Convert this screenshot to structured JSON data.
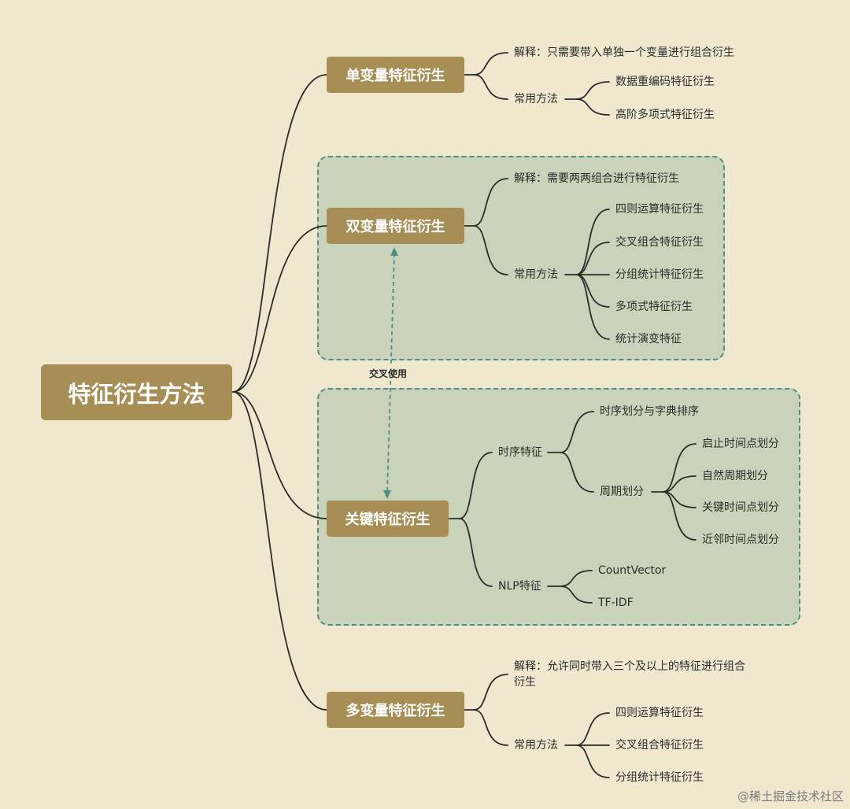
{
  "root": "特征衍生方法",
  "branches": {
    "single": {
      "title": "单变量特征衍生",
      "explain": "解释：只需要带入单独一个变量进行组合衍生",
      "method": "常用方法",
      "methods": [
        "数据重编码特征衍生",
        "高阶多项式特征衍生"
      ]
    },
    "double": {
      "title": "双变量特征衍生",
      "explain": "解释：需要两两组合进行特征衍生",
      "method": "常用方法",
      "methods": [
        "四则运算特征衍生",
        "交叉组合特征衍生",
        "分组统计特征衍生",
        "多项式特征衍生",
        "统计演变特征"
      ]
    },
    "key": {
      "title": "关键特征衍生",
      "timing": {
        "label": "时序特征",
        "sort": "时序划分与字典排序",
        "period": "周期划分",
        "period_items": [
          "启止时间点划分",
          "自然周期划分",
          "关键时间点划分",
          "近邻时间点划分"
        ]
      },
      "nlp": {
        "label": "NLP特征",
        "items": [
          "CountVector",
          "TF-IDF"
        ]
      }
    },
    "multi": {
      "title": "多变量特征衍生",
      "explain_line1": "解释：允许同时带入三个及以上的特征进行组合",
      "explain_line2": "衍生",
      "method": "常用方法",
      "methods": [
        "四则运算特征衍生",
        "交叉组合特征衍生",
        "分组统计特征衍生"
      ]
    }
  },
  "cross_note": "交叉使用",
  "watermark": "@稀土掘金技术社区",
  "colors": {
    "background": "#efe8cf",
    "node": "#a68e55",
    "group_fill": "#c9d3ba",
    "group_border": "#4f8f83",
    "line": "#2b2b2b"
  }
}
